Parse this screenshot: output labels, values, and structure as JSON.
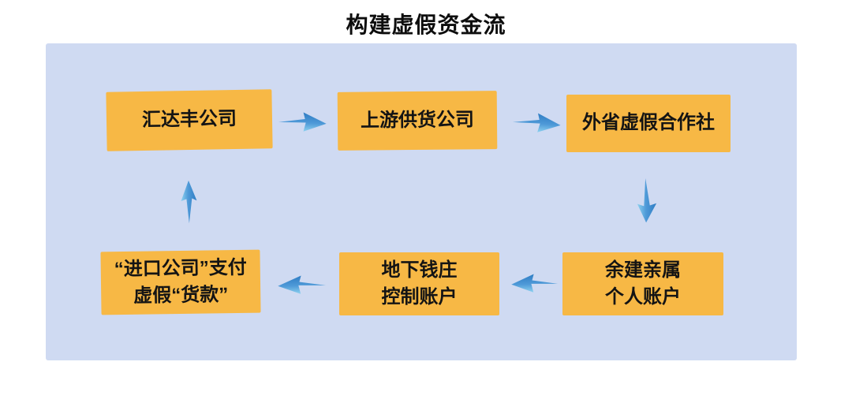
{
  "page": {
    "title": "构建虚假资金流"
  },
  "colors": {
    "page_bg": "#ffffff",
    "panel_bg": "#cfdaf2",
    "node_bg": "#f7b845",
    "node_text": "#141414",
    "title_text": "#0d0d0d",
    "arrow_dark": "#2f7dc4",
    "arrow_mid": "#4f9ad8",
    "arrow_light": "#8ed2f0"
  },
  "flow": {
    "nodes": [
      {
        "id": "huidafeng-company",
        "lines": [
          "汇达丰公司"
        ]
      },
      {
        "id": "upstream-supplier",
        "lines": [
          "上游供货公司"
        ]
      },
      {
        "id": "fake-coop",
        "lines": [
          "外省虚假合作社"
        ]
      },
      {
        "id": "relatives-accounts",
        "lines": [
          "余建亲属",
          "个人账户"
        ]
      },
      {
        "id": "underground-bank",
        "lines": [
          "地下钱庄",
          "控制账户"
        ]
      },
      {
        "id": "import-payment",
        "lines": [
          "“进口公司”支付",
          "虚假“货款”"
        ]
      }
    ],
    "arrows": [
      {
        "from": "huidafeng-company",
        "to": "upstream-supplier",
        "direction": "right"
      },
      {
        "from": "upstream-supplier",
        "to": "fake-coop",
        "direction": "right"
      },
      {
        "from": "fake-coop",
        "to": "relatives-accounts",
        "direction": "down"
      },
      {
        "from": "relatives-accounts",
        "to": "underground-bank",
        "direction": "left"
      },
      {
        "from": "underground-bank",
        "to": "import-payment",
        "direction": "left"
      },
      {
        "from": "import-payment",
        "to": "huidafeng-company",
        "direction": "up"
      }
    ]
  }
}
